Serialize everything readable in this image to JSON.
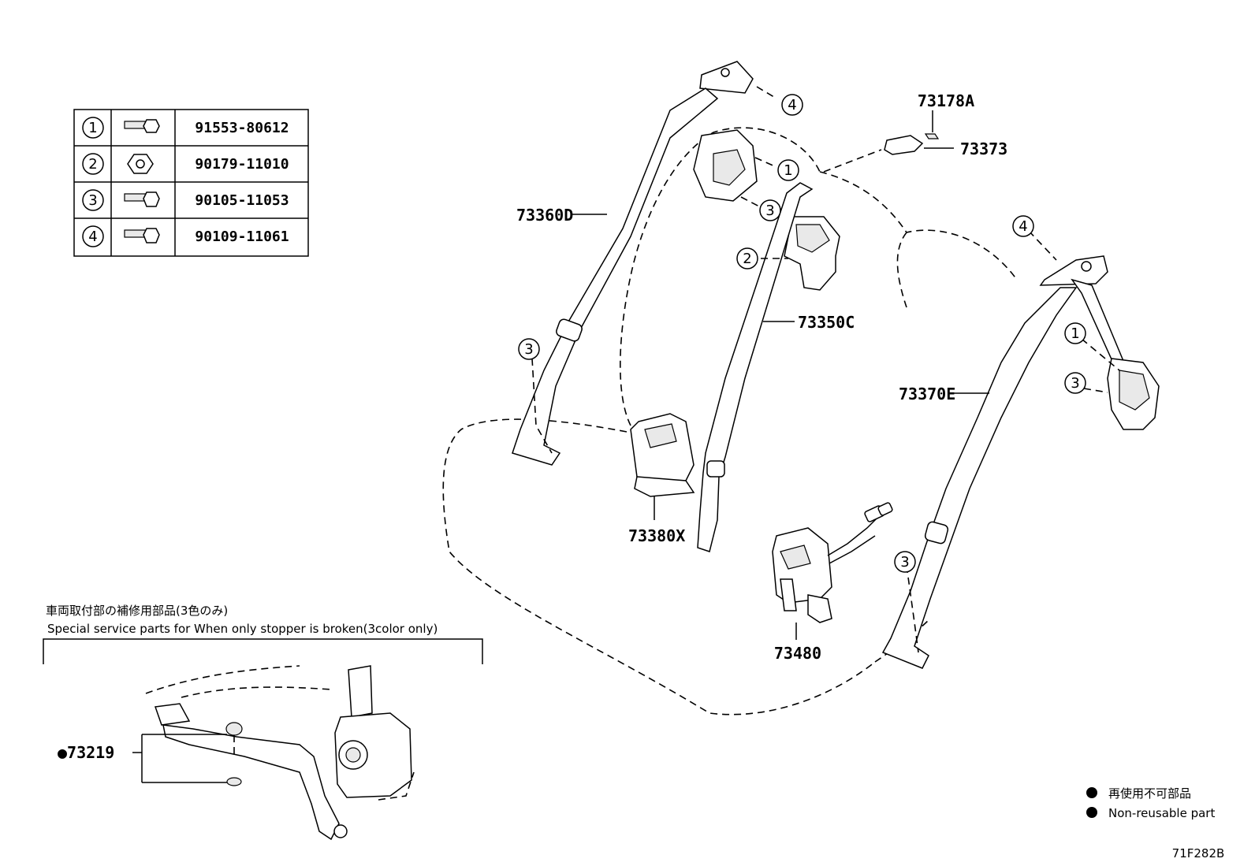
{
  "fastener_table": [
    {
      "ref": "1",
      "part_no": "91553-80612"
    },
    {
      "ref": "2",
      "part_no": "90179-11010"
    },
    {
      "ref": "3",
      "part_no": "90105-11053"
    },
    {
      "ref": "4",
      "part_no": "90109-11061"
    }
  ],
  "part_labels": {
    "p73178a": "73178A",
    "p73373": "73373",
    "p73360d": "73360D",
    "p73350c": "73350C",
    "p73370e": "73370E",
    "p73380x": "73380X",
    "p73480": "73480",
    "p73219": "●73219"
  },
  "callouts": {
    "one": "1",
    "two": "2",
    "three": "3",
    "four": "4"
  },
  "inset": {
    "title_jp": "車両取付部の補修用部品(3色のみ)",
    "title_en": "Special service parts for When only stopper is broken(3color only)"
  },
  "legend": {
    "jp": "再使用不可部品",
    "en": "Non-reusable part"
  },
  "diagram_id": "71F282B"
}
